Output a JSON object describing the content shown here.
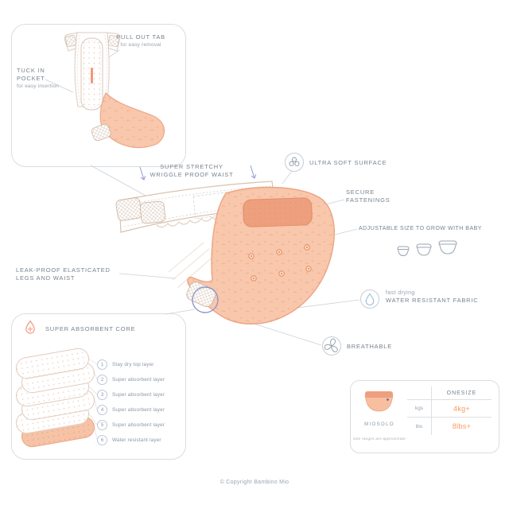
{
  "page": {
    "footer": "© Copyright Bambino Mio"
  },
  "colors": {
    "peach": "#F8C7AC",
    "peach_dark": "#EE9F7D",
    "coral": "#F2977B",
    "orange_value_text": "#F89B5F",
    "label_text": "#76838F",
    "subtext": "#98A3AD",
    "connector_line": "#C9D2D9",
    "highlight_purple": "#8F96C9",
    "droplet_blue": "#8FB7D4"
  },
  "insert_callout": {
    "pull_out_tab_title": "PULL OUT TAB",
    "pull_out_tab_sub": "for easy removal",
    "tuck_in_pocket_title": "TUCK IN POCKET",
    "tuck_in_pocket_sub": "for easy insertion"
  },
  "features": {
    "waist_line1": "SUPER STRETCHY",
    "waist_line2": "WRIGGLE PROOF WAIST",
    "ultra_soft": "ULTRA SOFT SURFACE",
    "secure_line1": "SECURE",
    "secure_line2": "FASTENINGS",
    "adjustable": "ADJUSTABLE SIZE TO GROW WITH BABY",
    "leak_line1": "LEAK-PROOF ELASTICATED",
    "leak_line2": "LEGS AND WAIST",
    "fast_drying": "fast drying",
    "water_resistant": "WATER RESISTANT FABRIC",
    "breathable": "BREATHABLE"
  },
  "absorbent_core": {
    "title": "SUPER ABSORBENT CORE",
    "layers": [
      {
        "num": "1",
        "label": "Stay dry top layer"
      },
      {
        "num": "2",
        "label": "Super absorbent layer"
      },
      {
        "num": "3",
        "label": "Super absorbent layer"
      },
      {
        "num": "4",
        "label": "Super absorbent layer"
      },
      {
        "num": "5",
        "label": "Super absorbent layer"
      },
      {
        "num": "6",
        "label": "Water resistant layer"
      }
    ]
  },
  "size_panel": {
    "product_name": "MIOSOLO",
    "note": "size ranges are approximate",
    "header": "ONESIZE",
    "rows": [
      {
        "unit": "kgs",
        "value": "4kg+"
      },
      {
        "unit": "lbs",
        "value": "8lbs+"
      }
    ]
  },
  "icons": {
    "ultra_soft_icon": "flower-cluster",
    "water_drop_icon": "droplet",
    "breathable_icon": "pinwheel",
    "absorbent_core_icon": "droplet-plus",
    "adjustable_size_icons": "nappy-small-medium-large",
    "arrow_down_icon": "↓"
  }
}
